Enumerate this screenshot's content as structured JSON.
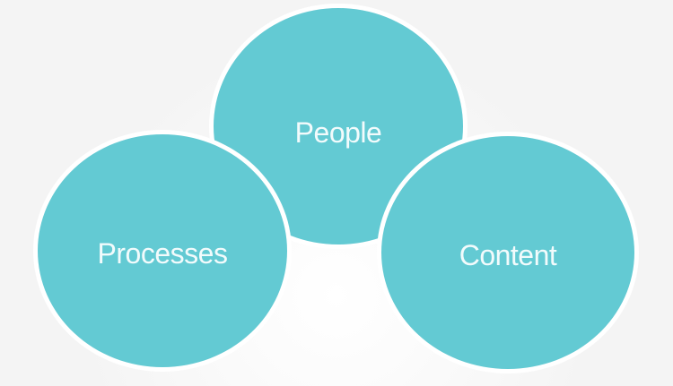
{
  "diagram": {
    "type": "venn-three-circles",
    "circles": [
      {
        "id": "people",
        "label": "People",
        "position": "top-center"
      },
      {
        "id": "processes",
        "label": "Processes",
        "position": "bottom-left"
      },
      {
        "id": "content",
        "label": "Content",
        "position": "bottom-right"
      }
    ]
  },
  "colors": {
    "circle_fill": "#63CAD3",
    "circle_stroke": "#FFFFFF",
    "label_text": "#F2FBFC",
    "background": "#F4F4F4"
  }
}
